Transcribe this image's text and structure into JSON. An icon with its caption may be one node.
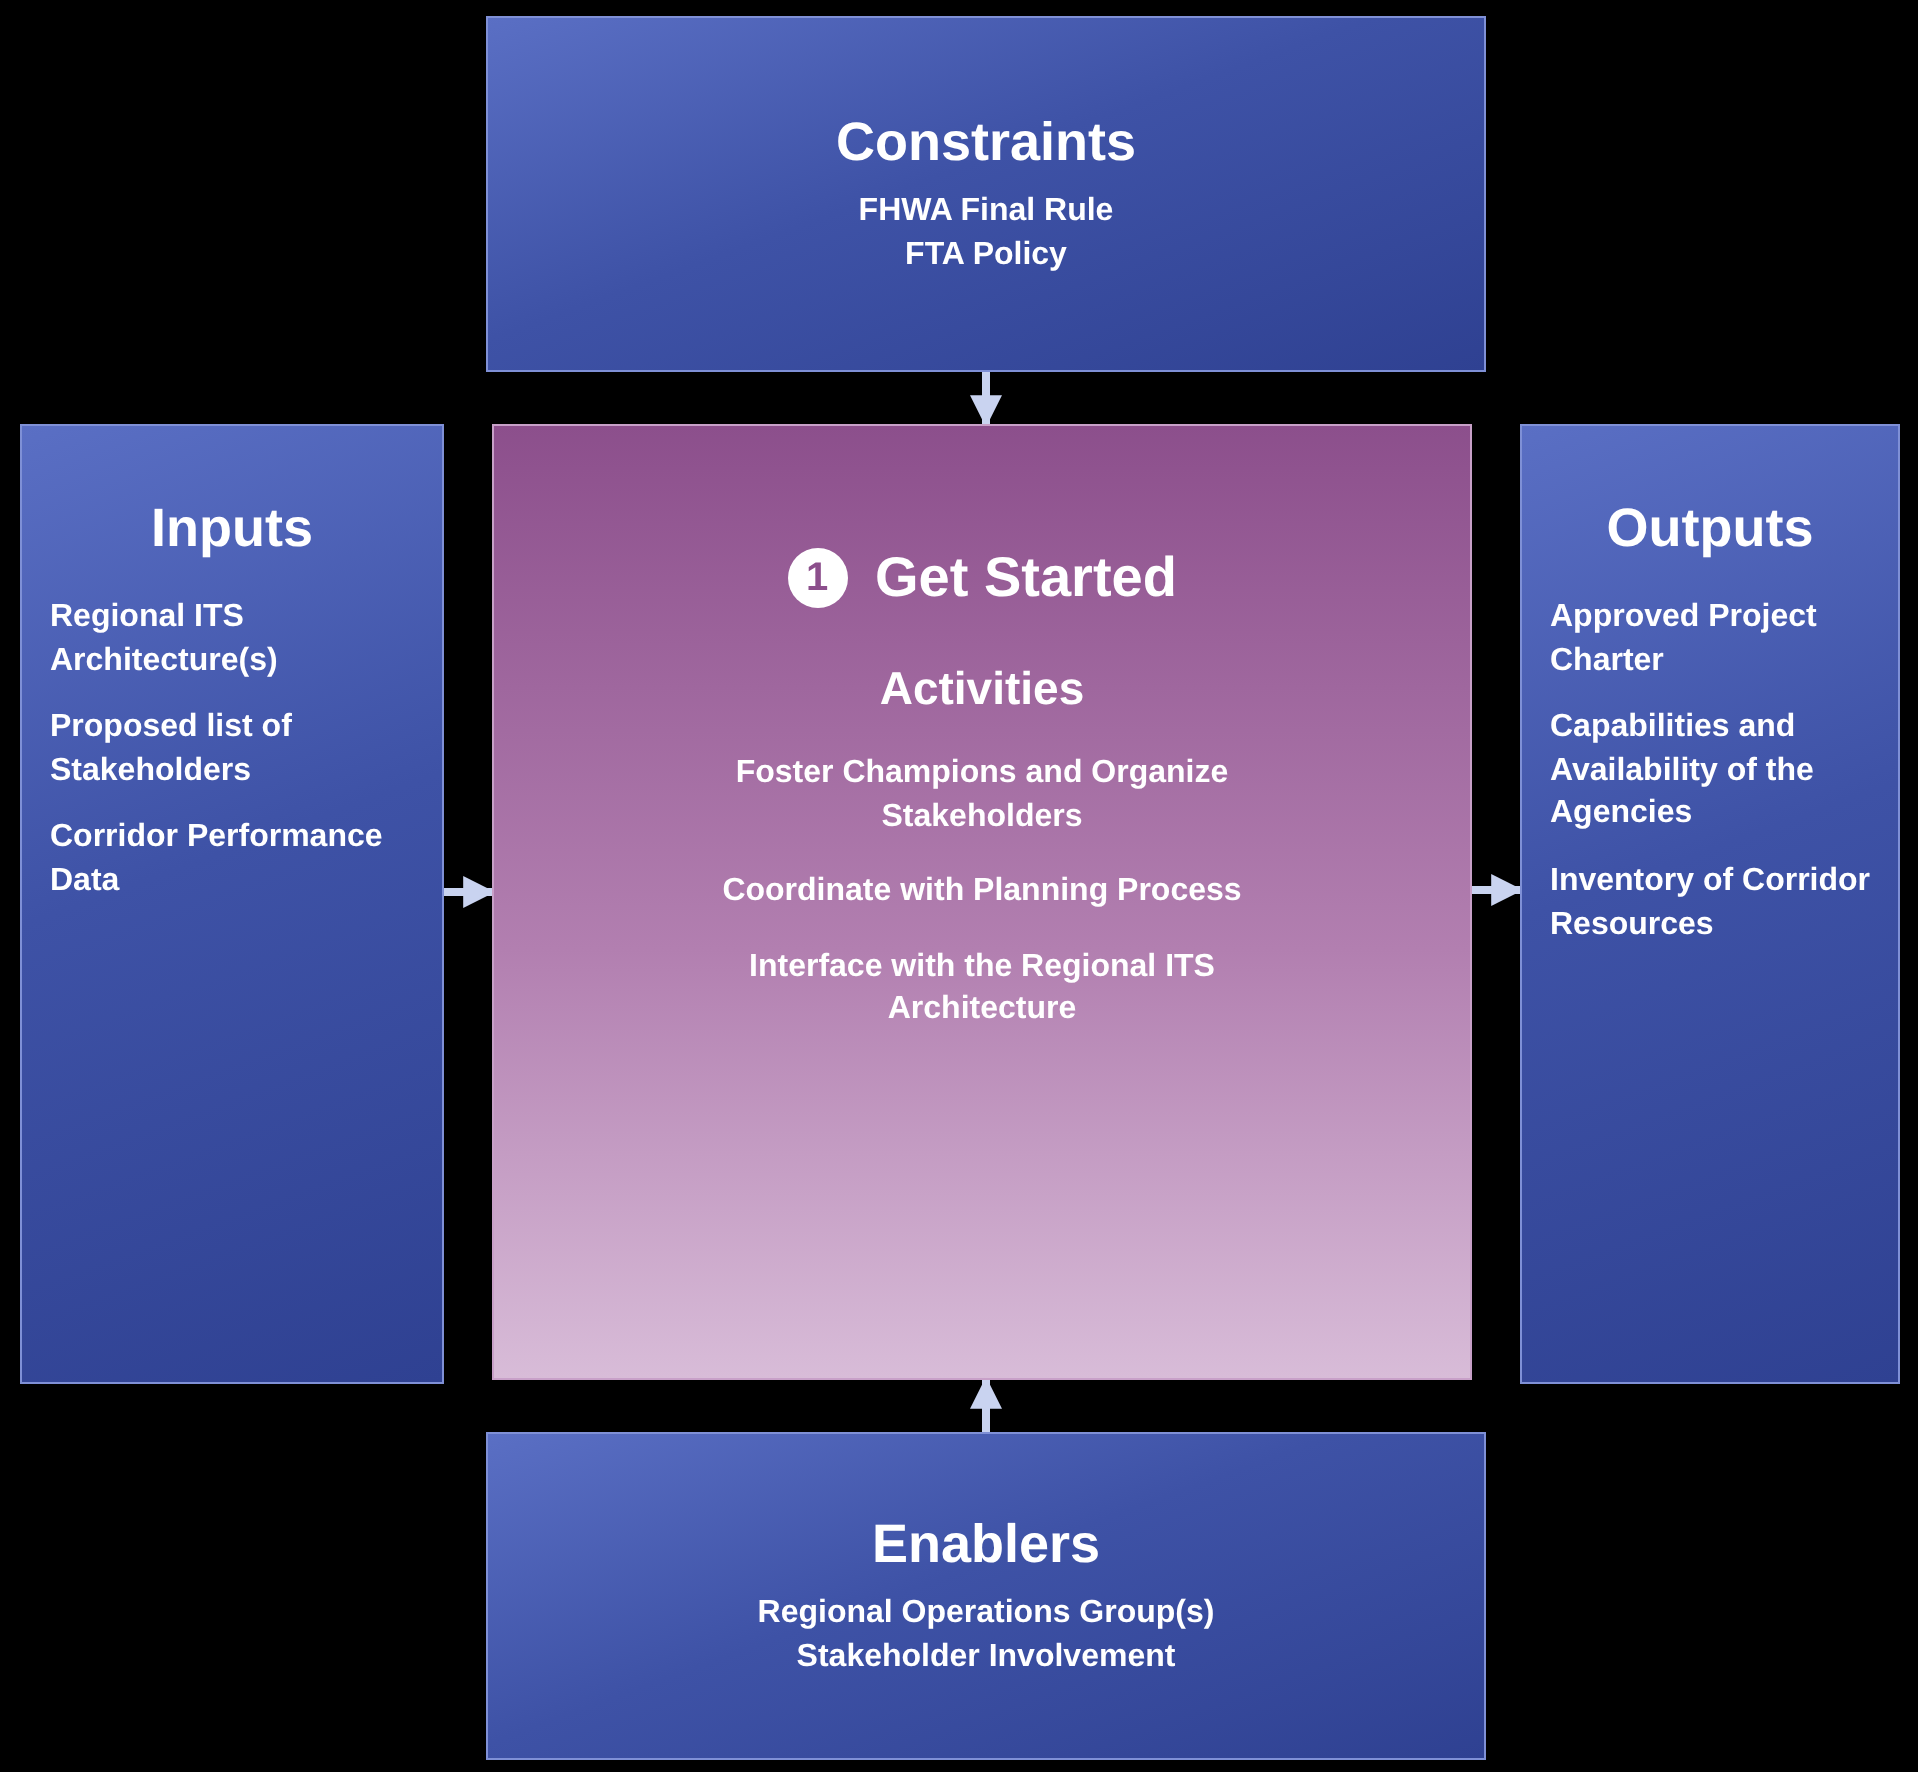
{
  "diagram": {
    "nodes": [
      {
        "text": [
          "Constraints",
          "FHWA Final Rule",
          "FTA Policy"
        ]
      },
      {
        "text": [
          "Inputs",
          "Regional ITS Architecture(s)",
          "Proposed list of Stakeholders",
          "Corridor Performance Data"
        ]
      },
      {
        "text": [
          "1",
          "Get Started",
          "Activities",
          "Foster Champions and Organize Stakeholders",
          "Coordinate with Planning Process",
          "Interface with the Regional ITS Architecture"
        ]
      },
      {
        "text": [
          "Outputs",
          "Approved Project Charter",
          "Capabilities and Availability of the Agencies",
          "Inventory of Corridor Resources"
        ]
      },
      {
        "text": [
          "Enablers",
          "Regional Operations Group(s)",
          "Stakeholder Involvement"
        ]
      }
    ],
    "edges": [
      {
        "from": 0,
        "to": 2,
        "arrow": "to"
      },
      {
        "from": 1,
        "to": 2,
        "arrow": "to"
      },
      {
        "from": 2,
        "to": 3,
        "arrow": "to"
      },
      {
        "from": 4,
        "to": 2,
        "arrow": "to"
      }
    ]
  }
}
